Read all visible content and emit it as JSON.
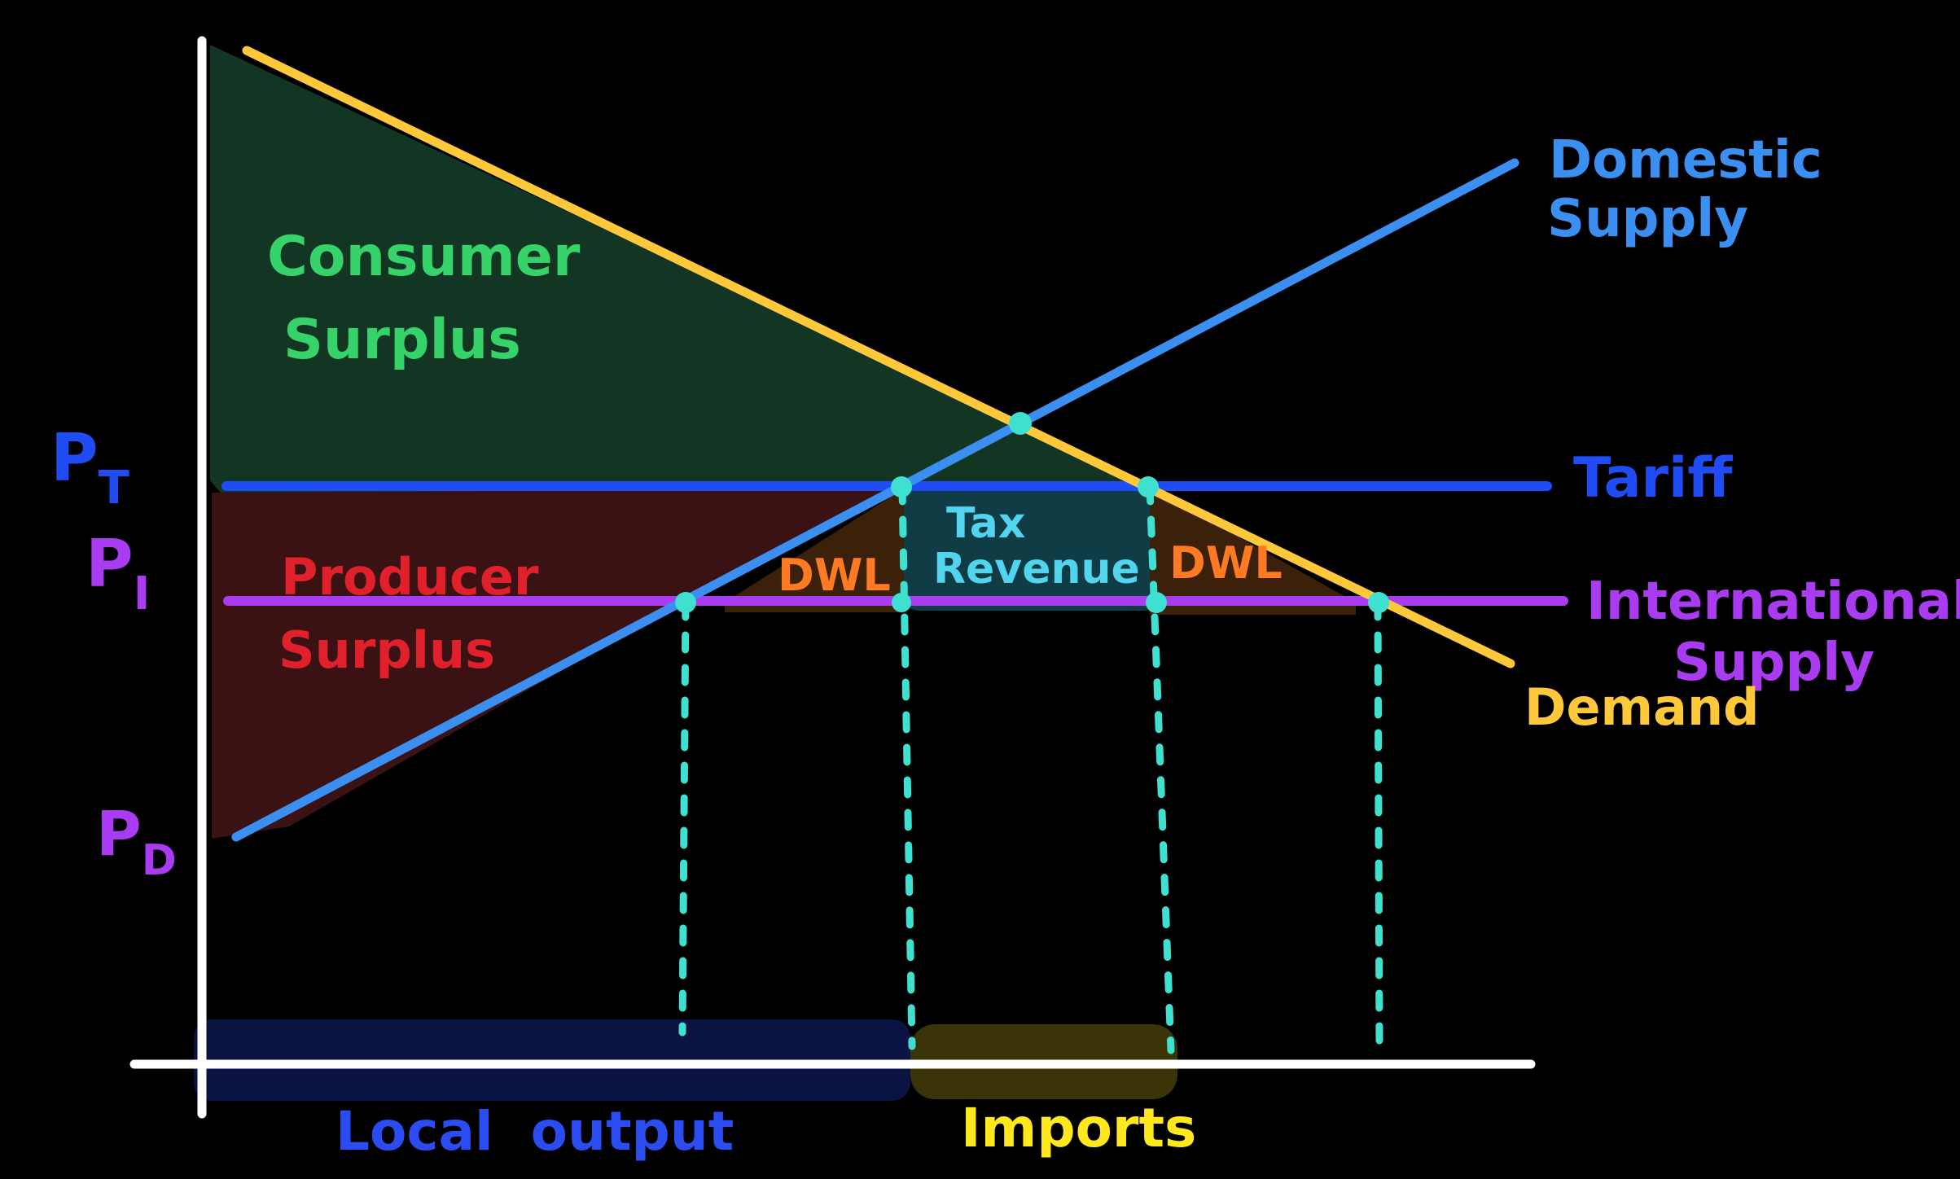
{
  "colors": {
    "background": "#000000",
    "axis": "#ffffff",
    "demand": "#ffc83a",
    "domestic_supply": "#3a8ff0",
    "tariff": "#1f4cf5",
    "international_supply": "#a93cf0",
    "markers": "#3fe0cf",
    "consumer_surplus_fill": "#123524",
    "producer_surplus_fill": "#3a1214",
    "dwl_fill": "#3b2109",
    "tax_revenue_fill": "#103c45",
    "local_output_fill": "#0a1342",
    "imports_fill": "#3a3408",
    "consumer_surplus_text": "#36d36a",
    "producer_surplus_text": "#e0202a",
    "dwl_text": "#ff7a22",
    "tax_revenue_text": "#52d4ee",
    "local_output_text": "#2a4cf0",
    "imports_text": "#ffe81e"
  },
  "labels": {
    "price_tariff": {
      "main": "P",
      "sub": "T"
    },
    "price_international": {
      "main": "P",
      "sub": "I"
    },
    "price_domestic": {
      "main": "P",
      "sub": "D"
    },
    "consumer_surplus": [
      "Consumer",
      "Surplus"
    ],
    "producer_surplus": [
      "Producer",
      "Surplus"
    ],
    "dwl_left": "DWL",
    "dwl_right": "DWL",
    "tax_revenue": [
      "Tax",
      "Revenue"
    ],
    "domestic_supply": [
      "Domestic",
      "Supply"
    ],
    "tariff": "Tariff",
    "international_supply": [
      "International",
      "Supply"
    ],
    "demand": "Demand",
    "local_output": "Local  output",
    "imports": "Imports"
  }
}
